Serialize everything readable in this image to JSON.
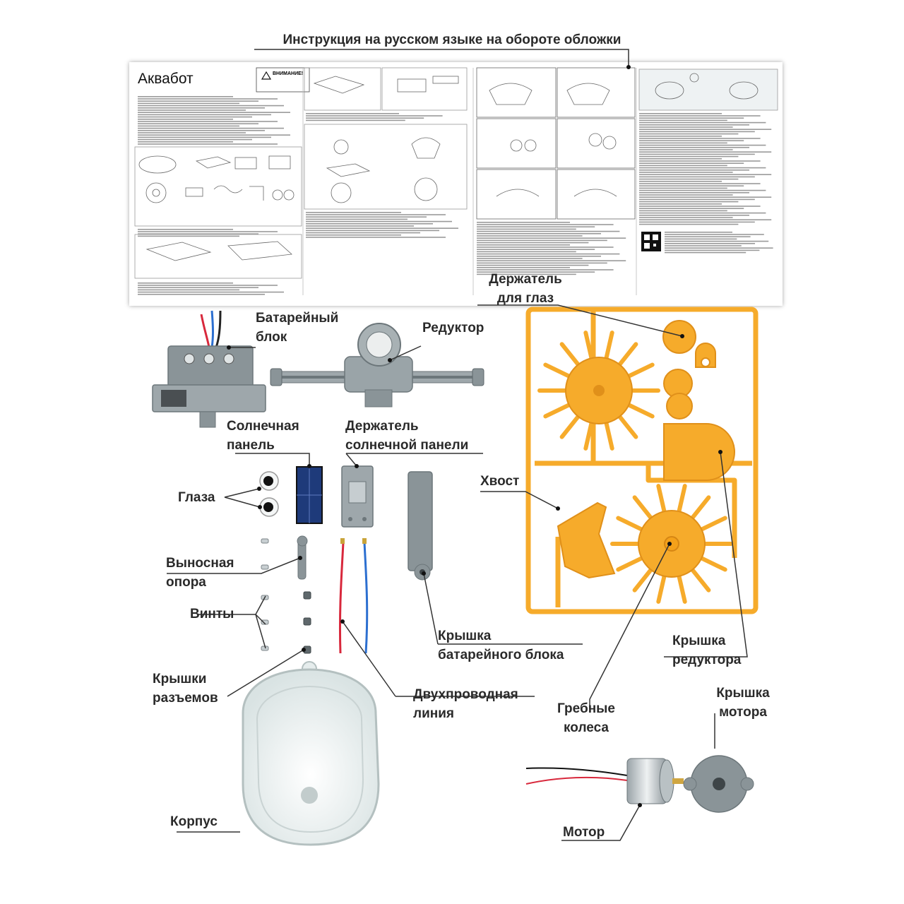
{
  "header": {
    "title": "Инструкция на русском языке на обороте обложки"
  },
  "sheet": {
    "title": "Аквабот",
    "warning": "ВНИМАНИЕ!"
  },
  "labels": {
    "eye_holder": [
      "Держатель",
      "для глаз"
    ],
    "battery_block": [
      "Батарейный",
      "блок"
    ],
    "gearbox": [
      "Редуктор"
    ],
    "solar_panel": [
      "Солнечная",
      "панель"
    ],
    "solar_holder": [
      "Держатель",
      "солнечной панели"
    ],
    "eyes": [
      "Глаза"
    ],
    "tail": [
      "Хвост"
    ],
    "outrigger": [
      "Выносная",
      "опора"
    ],
    "screws": [
      "Винты"
    ],
    "battery_cover": [
      "Крышка",
      "батарейного блока"
    ],
    "gearbox_cover": [
      "Крышка",
      "редуктора"
    ],
    "connector_caps": [
      "Крышки",
      "разъемов"
    ],
    "two_wire": [
      "Двухпроводная",
      "линия"
    ],
    "paddle_wheels": [
      "Гребные",
      "колеса"
    ],
    "motor_cover": [
      "Крышка",
      "мотора"
    ],
    "body": [
      "Корпус"
    ],
    "motor": [
      "Мотор"
    ]
  },
  "colors": {
    "orange": "#f6ab2b",
    "orange_dark": "#e0901a",
    "grey_part": "#8a9498",
    "grey_light": "#b8c0c3",
    "shell": "#e8eeee",
    "wire_red": "#d8283c",
    "wire_blue": "#2c6fd0",
    "leader": "#333333"
  }
}
